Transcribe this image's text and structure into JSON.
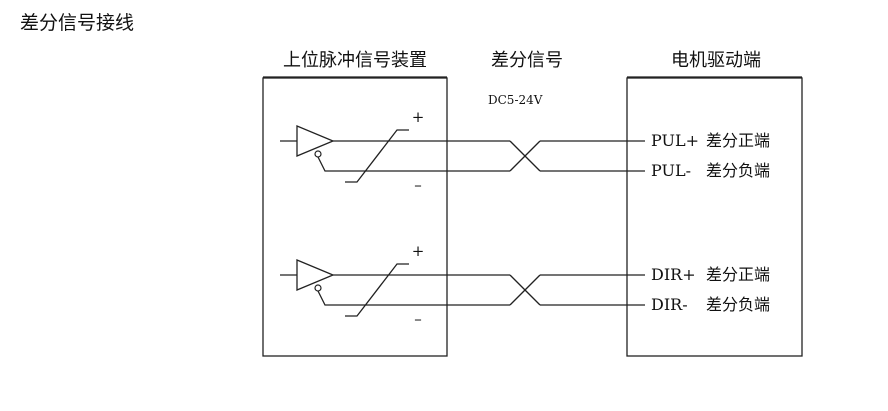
{
  "page_title": "差分信号接线",
  "headers": {
    "controller": "上位脉冲信号装置",
    "signal": "差分信号",
    "driver": "电机驱动端"
  },
  "voltage_label": "DC5-24V",
  "channels": [
    {
      "plus_sign": "+",
      "minus_sign": "–",
      "pos_pin": "PUL+",
      "pos_desc": "差分正端",
      "neg_pin": "PUL-",
      "neg_desc": "差分负端"
    },
    {
      "plus_sign": "+",
      "minus_sign": "–",
      "pos_pin": "DIR+",
      "pos_desc": "差分正端",
      "neg_pin": "DIR-",
      "neg_desc": "差分负端"
    }
  ]
}
